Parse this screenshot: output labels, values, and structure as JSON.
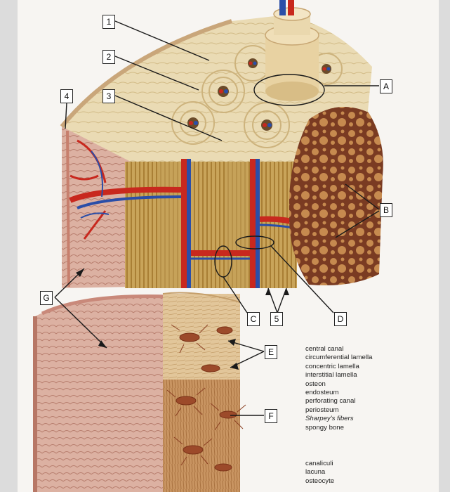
{
  "labels": {
    "n1": "1",
    "n2": "2",
    "n3": "3",
    "n4": "4",
    "n5": "5",
    "A": "A",
    "B": "B",
    "C": "C",
    "D": "D",
    "E": "E",
    "F": "F",
    "G": "G"
  },
  "word_bank_1": [
    "central canal",
    "circumferential lamella",
    "concentric lamella",
    "interstitial lamella",
    "osteon",
    "endosteum",
    "perforating canal",
    "periosteum",
    "Sharpey's fibers",
    "spongy bone"
  ],
  "word_bank_2": [
    "canaliculi",
    "lacuna",
    "osteocyte"
  ],
  "colors": {
    "bone": "#e9d9b0",
    "bone_dark": "#b7934e",
    "periosteum": "#d9a89a",
    "spongy": "#8a4a2a",
    "artery": "#c8281e",
    "vein": "#2a4ea8"
  }
}
